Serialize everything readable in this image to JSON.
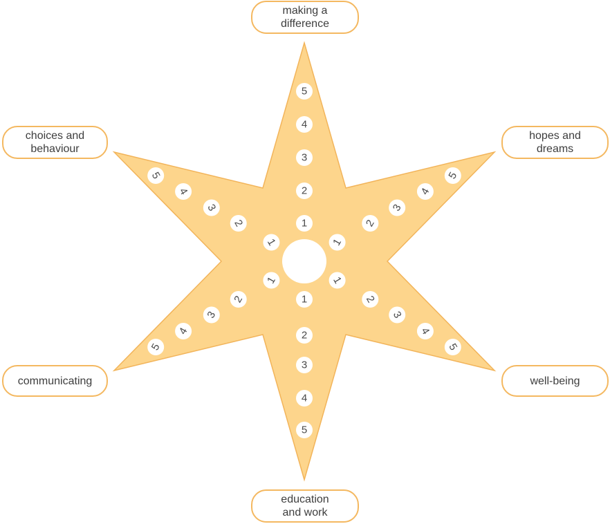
{
  "colors": {
    "star_fill": "#fdd58c",
    "star_stroke": "#f2b45a",
    "label_border": "#f4b860",
    "text": "#3d3d3d"
  },
  "scale_values": [
    "1",
    "2",
    "3",
    "4",
    "5"
  ],
  "labels": {
    "top": "making a\ndifference",
    "top_right": "hopes and\ndreams",
    "bottom_right": "well-being",
    "bottom": "education\nand work",
    "bottom_left": "communicating",
    "top_left": "choices and\nbehaviour"
  }
}
